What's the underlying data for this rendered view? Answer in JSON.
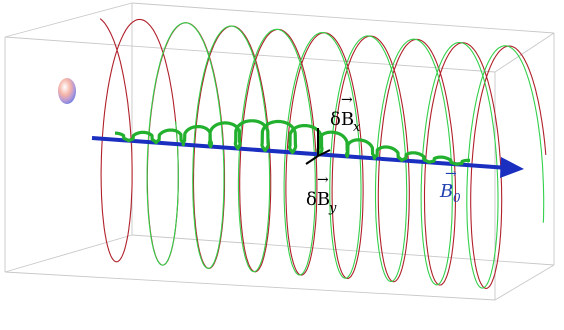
{
  "labels": {
    "delta_bx": "δB",
    "delta_bx_sub": "x",
    "delta_by": "δB",
    "delta_by_sub": "y",
    "b0": "B",
    "b0_sub": "0",
    "vector_arrow": "→"
  },
  "colors": {
    "background": "#ffffff",
    "box_edges": "#c8c8c8",
    "red_helix": "#b0202a",
    "green_helix": "#33d04a",
    "green_wave": "#22b02e",
    "axis": "#1a2fc0",
    "label_b0": "#1e3fb0",
    "label_text": "#000000"
  },
  "icons": {
    "particle": "sphere-icon",
    "axis_arrowhead": "arrowhead-icon"
  }
}
